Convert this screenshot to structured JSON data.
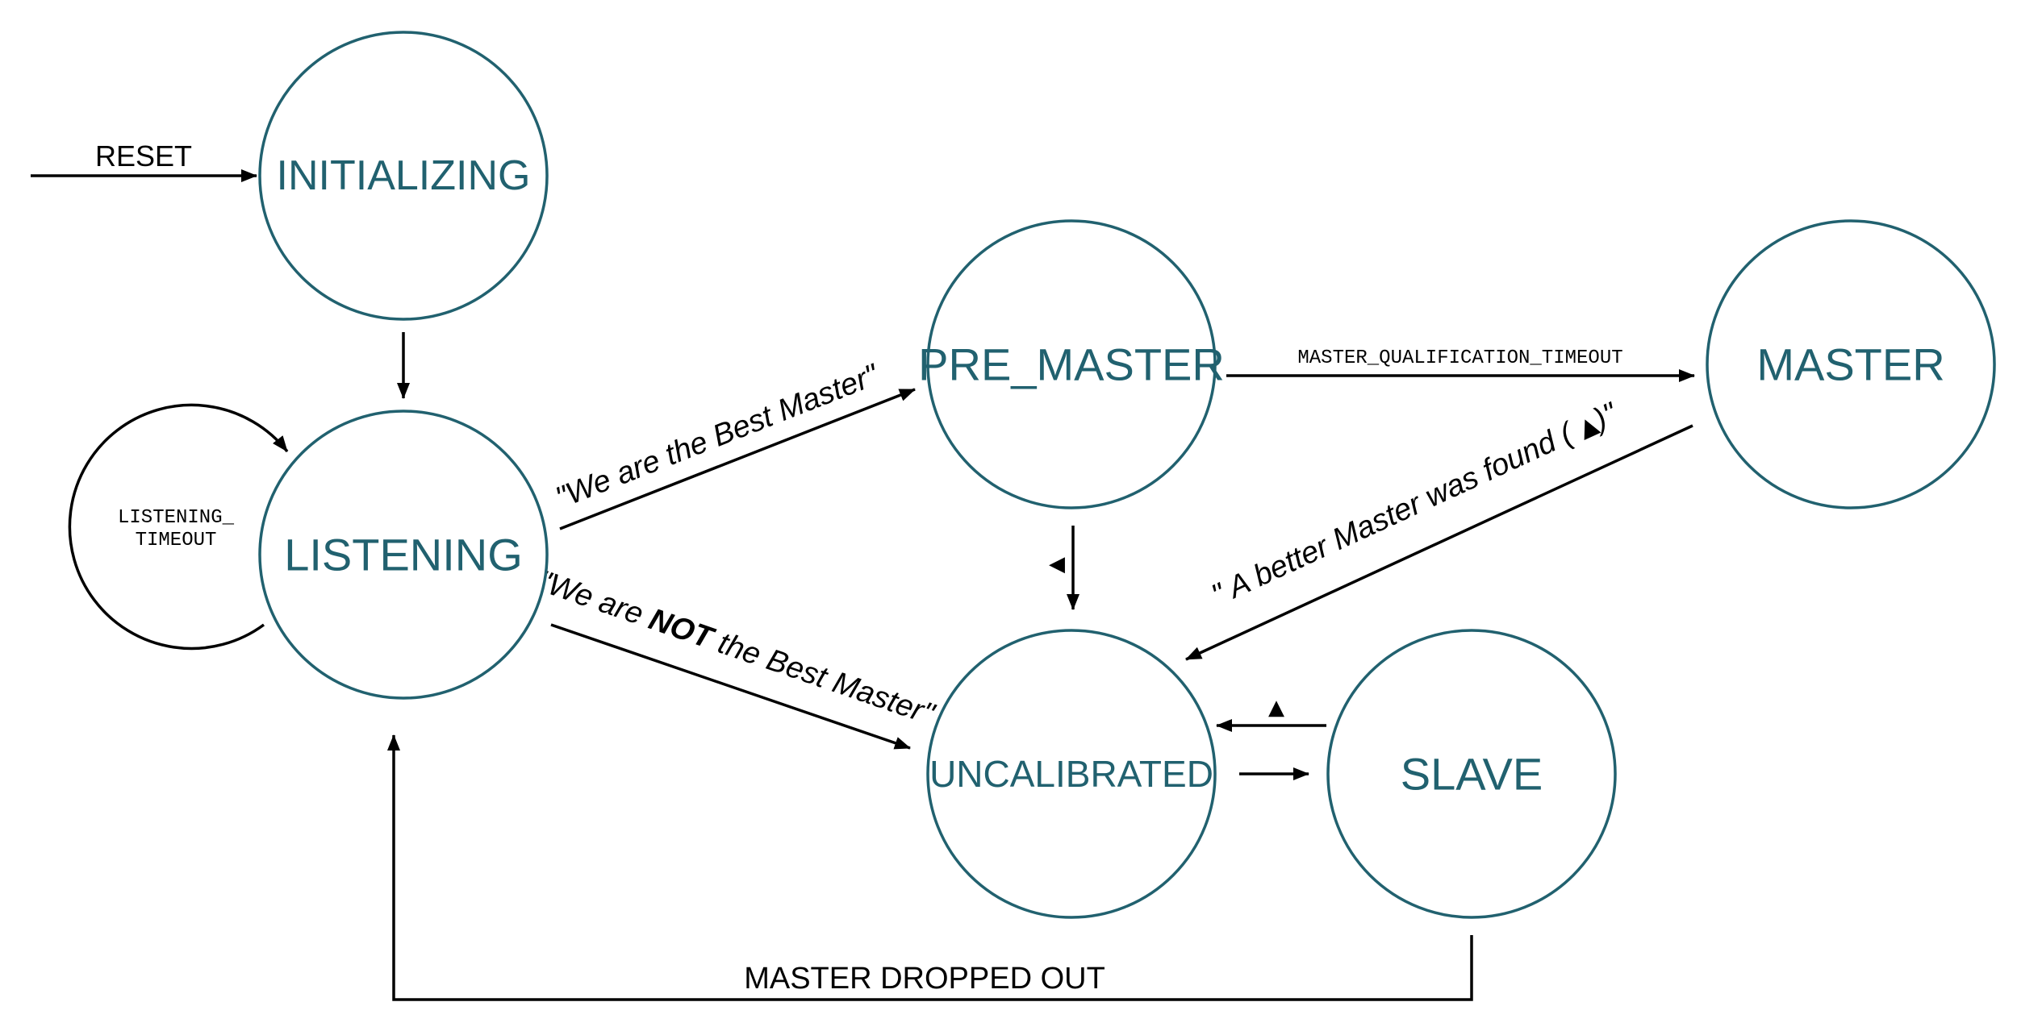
{
  "colors": {
    "state_stroke": "#21616f",
    "state_text": "#21616f",
    "edge": "#000000",
    "background": "#ffffff"
  },
  "states": {
    "initializing": "INITIALIZING",
    "listening": "LISTENING",
    "pre_master": "PRE_MASTER",
    "master": "MASTER",
    "uncalibrated": "UNCALIBRATED",
    "slave": "SLAVE"
  },
  "transitions": {
    "reset": "RESET",
    "listening_timeout_line1": "LISTENING_",
    "listening_timeout_line2": "TIMEOUT",
    "best_master": "\"We are the Best Master\"",
    "not_best_prefix": "\"We are ",
    "not_best_bold": "NOT",
    "not_best_suffix": " the Best Master\"",
    "master_qualification_timeout": "MASTER_QUALIFICATION_TIMEOUT",
    "better_master_prefix": "\" A better Master was found ( ",
    "better_master_symbol": "▲",
    "better_master_suffix": ")\"",
    "master_dropped_out": "MASTER DROPPED OUT"
  },
  "markers": {
    "pre_master_to_uncalibrated": "◀",
    "slave_to_uncalibrated": "▲"
  }
}
